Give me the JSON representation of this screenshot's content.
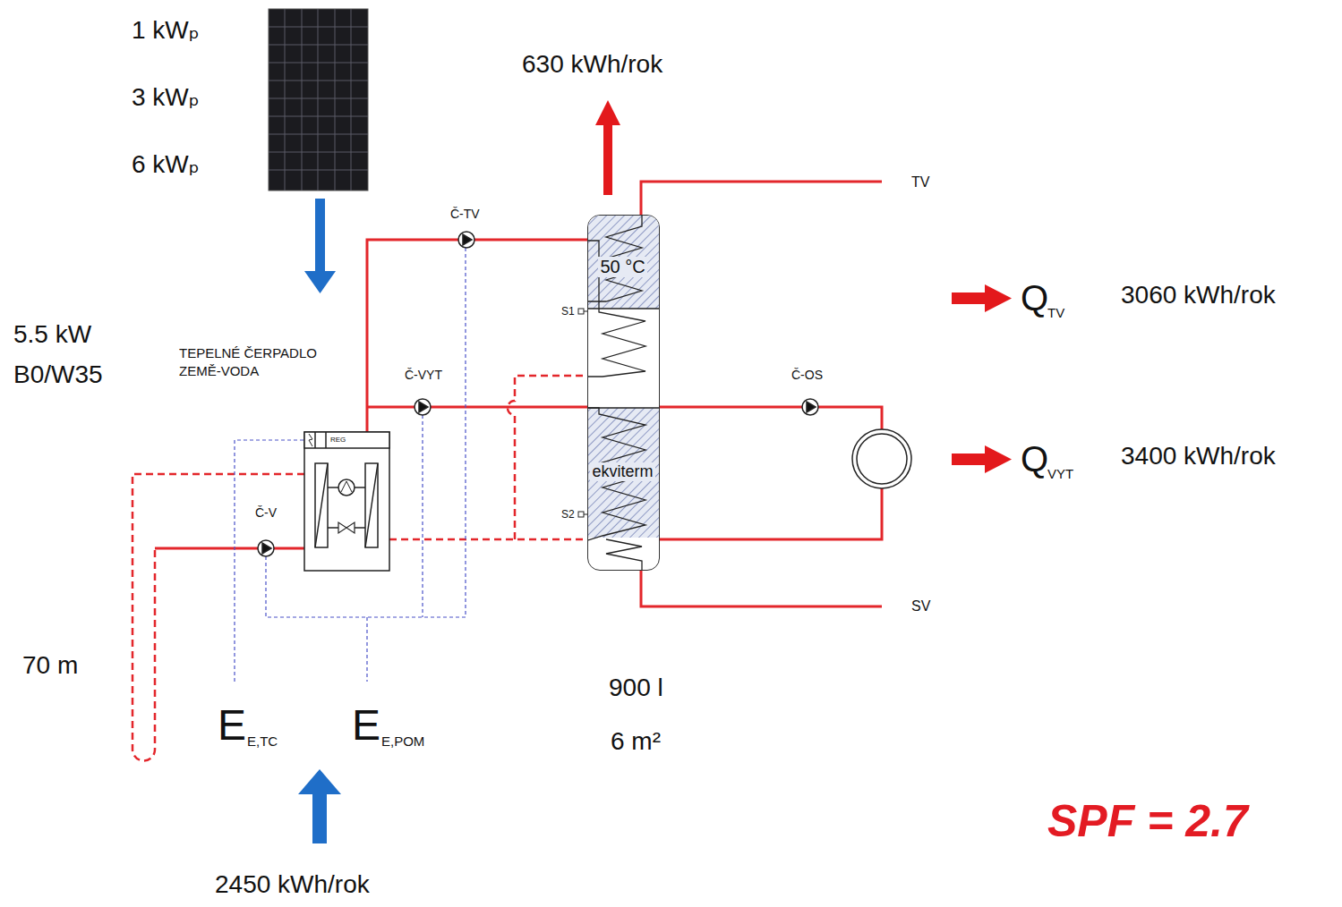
{
  "diagram": {
    "nodes": [
      {
        "text": [
          "50 °C",
          "ekviterm"
        ]
      }
    ],
    "labels": [
      "1 kWₚ",
      "3 kWₚ",
      "6 kWₚ",
      "630 kWh/rok",
      "TV",
      "Č-TV",
      "S1",
      "Č-VYT",
      "Č-OS",
      "S2",
      "SV",
      "Q",
      "TV",
      "3060 kWh/rok",
      "Q",
      "VYT",
      "3400 kWh/rok",
      "5.5 kW",
      "B0/W35",
      "TEPELNÉ ČERPADLO ZEMĚ-VODA",
      "REG",
      "Č-V",
      "70 m",
      "E",
      "E,TC",
      "E",
      "E,POM",
      "900 l",
      "6 m²",
      "2450 kWh/rok",
      "SPF = 2.7"
    ]
  }
}
